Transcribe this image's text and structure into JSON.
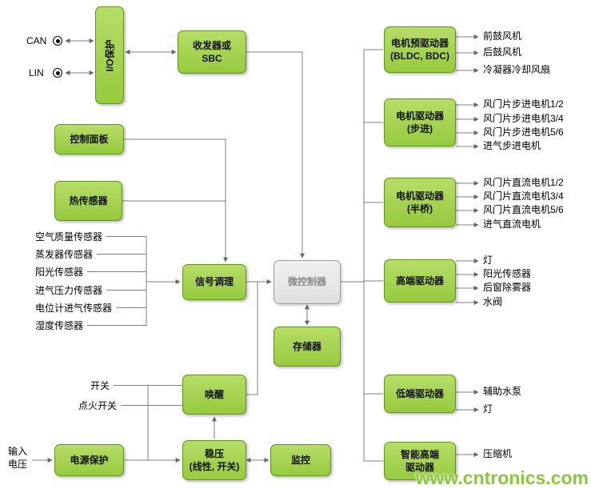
{
  "watermark": "www.cntronics.com",
  "colors": {
    "block_fill_top": "#b7dd68",
    "block_fill_bottom": "#97ca3f",
    "block_border": "#5f931d",
    "mcu_fill": "#e9e9e9",
    "mcu_border": "#9b9b9b",
    "wire": "#7f7f7f",
    "watermark_green": "#8cc63e"
  },
  "io": {
    "can": "CAN",
    "lin": "LIN",
    "io_protection": "I/O保护"
  },
  "blocks": {
    "transceiver": "收发器或\nSBC",
    "control_panel": "控制面板",
    "thermal_sensor": "热传感器",
    "signal_conditioning": "信号调理",
    "microcontroller": "微控制器",
    "memory": "存储器",
    "wakeup": "唤醒",
    "power_protection": "电源保护",
    "regulator": "稳压\n(线性, 开关)",
    "monitor": "监控"
  },
  "inputs": {
    "sensors": [
      "空气质量传感器",
      "蒸发器传感器",
      "阳光传感器",
      "进气压力传感器",
      "电位计进气传感器",
      "湿度传感器"
    ],
    "switch": "开关",
    "ignition": "点火开关",
    "input_voltage": "输入\n电压"
  },
  "drivers": [
    {
      "label": "电机预驱动器\n(BLDC, BDC)",
      "outputs": [
        "前鼓风机",
        "后鼓风机",
        "冷凝器冷却风扇"
      ]
    },
    {
      "label": "电机驱动器\n(步进)",
      "outputs": [
        "风门片步进电机1/2",
        "风门片步进电机3/4",
        "风门片步进电机5/6",
        "进气步进电机"
      ]
    },
    {
      "label": "电机驱动器\n(半桥)",
      "outputs": [
        "风门片直流电机1/2",
        "风门片直流电机3/4",
        "风门片直流电机5/6",
        "进气直流电机"
      ]
    },
    {
      "label": "高端驱动器",
      "outputs": [
        "灯",
        "阳光传感器",
        "后窗除雾器",
        "水阀"
      ]
    },
    {
      "label": "低端驱动器",
      "outputs": [
        "辅助水泵",
        "灯"
      ]
    },
    {
      "label": "智能高端\n驱动器",
      "outputs": [
        "压缩机"
      ]
    }
  ]
}
